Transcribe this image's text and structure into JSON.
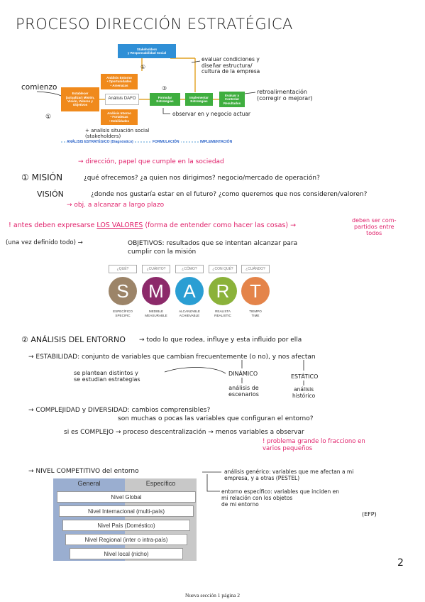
{
  "title": "PROCESO DIRECCIÓN ESTRATÉGICA",
  "diagram": {
    "stakeholders": "Stakeholders\ny Responsabilidad Social",
    "establecer": "Establecer\n(actualizar) Misión,\nVisión, Valores y\nObjetivos",
    "entorno": "Análisis Entorno\n• Oportunidades\n• Amenazas",
    "dafo": "Análisis DAFO",
    "interno": "Análisis Interno\n• Fortalezas\n• Debilidades",
    "formular": "Formular\nEstrategias",
    "implementar": "Implementar\nEstrategias",
    "evaluar": "Evaluar y\nControlar\nResultados",
    "num_1": "①",
    "num_2": "②",
    "num_3": "③",
    "phase_1": "ANÁLISIS ESTRATÉGICO (Diagnóstico)",
    "phase_2": "FORMULACIÓN",
    "phase_3": "IMPLEMENTACIÓN"
  },
  "notes": {
    "comienzo": "comienzo",
    "evaluar_cond": "evaluar condiciones y\ndiseñar estructura/\ncultura de la empresa",
    "retro": "retroalimentación\n(corregir o mejorar)",
    "observar": "observar en y negocio actuar",
    "analisis_sit": "+ analisis situación social\n(stakeholders)",
    "num_circle_1": "①"
  },
  "mision": {
    "pink_note": "dirección, papel que cumple en la sociedad",
    "label": "① MISIÓN",
    "question": "¿qué ofrecemos? ¿a quien nos dirigimos? negocio/mercado de operación?",
    "vision_label": "VISIÓN",
    "vision_q": "¿donde nos gustaría estar en el futuro? ¿como queremos que nos consideren/valoren?",
    "vision_note": "obj. a alcanzar a largo plazo",
    "valores_prefix": "! antes deben expresarse",
    "valores_word": "LOS VALORES",
    "valores_rest": "(forma de entender como hacer las cosas)",
    "valores_note": "deben ser com-\npartidos entre\ntodos",
    "objetivos_prefix": "(una vez definido todo)",
    "objetivos": "OBJETIVOS: resultados que se intentan alcanzar para\ncumplir con la misión"
  },
  "smart": {
    "heads": [
      "¿QUÉ?",
      "¿CUÁNTO?",
      "¿CÓMO?",
      "¿CON QUÉ?",
      "¿CUÁNDO?"
    ],
    "letters": [
      "S",
      "M",
      "A",
      "R",
      "T"
    ],
    "labels": [
      "ESPECÍFICO\nSPECIFIC",
      "MEDIBLE\nMEASURABLE",
      "ALCANZABLE\nACHIEVABLE",
      "REALISTA\nREALISTIC",
      "TIEMPO\nTIME"
    ],
    "colors": [
      "#9c8468",
      "#8c2a6a",
      "#2a9ed3",
      "#8bb23a",
      "#e4844a"
    ]
  },
  "entorno": {
    "heading": "② ANÁLISIS DEL ENTORNO",
    "heading_rest": "todo lo que rodea, influye y esta influido por ella",
    "estabilidad": "ESTABILIDAD: conjunto de variables que cambian frecuentemente (o no), y nos afectan",
    "estrategias": "se plantean distintos y\nse estudian estrategias",
    "dinamico": "DINÁMICO",
    "dinamico_sub": "análisis de\nescenarios",
    "estatico": "ESTÁTICO",
    "estatico_sub": "análisis\nhistórico",
    "complejidad": "COMPLEJIDAD y DIVERSIDAD: cambios comprensibles?",
    "complejidad_2": "son muchas o pocas las variables que configuran el entorno?",
    "complejo": "si es COMPLEJO → proceso descentralización → menos variables a observar",
    "problema": "! problema grande lo fracciono en\nvarios pequeños",
    "nivel": "NIVEL COMPETITIVO del entorno",
    "generico": "análisis genérico: variables que me afectan a mi\nempresa, y a otras (PESTEL)",
    "especifico": "entorno específico: variables que inciden en\nmi relación con los objetos\nde mi entorno",
    "efp": "(EFP)"
  },
  "niveles": {
    "general": "General",
    "especifico": "Específico",
    "items": [
      "Nivel Global",
      "Nivel Internacional (multi-país)",
      "Nivel País (Doméstico)",
      "Nivel Regional (inter o intra-país)",
      "Nivel local (nicho)"
    ]
  },
  "page_number": "2",
  "footer": "Nueva sección 1 página 2"
}
